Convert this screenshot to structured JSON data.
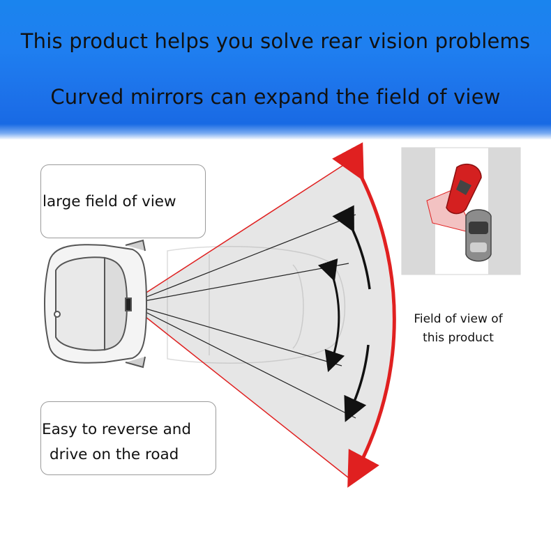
{
  "banner": {
    "line1": "This product helps you solve rear vision problems",
    "line2": "Curved mirrors can expand the field of view",
    "color": "#1c74ec"
  },
  "callouts": {
    "top": "large field of view",
    "bottom_line1": "Easy to reverse and",
    "bottom_line2": "drive on the road"
  },
  "fov_caption": {
    "line1": "Field of view of",
    "line2": "this product"
  },
  "colors": {
    "wide_view": "#e02020",
    "fan_fill": "#e6e6e6",
    "road": "#d9d9d9"
  },
  "icons": [
    "car-top-view-icon",
    "red-car-icon",
    "grey-car-icon",
    "curved-arrow-icon"
  ]
}
